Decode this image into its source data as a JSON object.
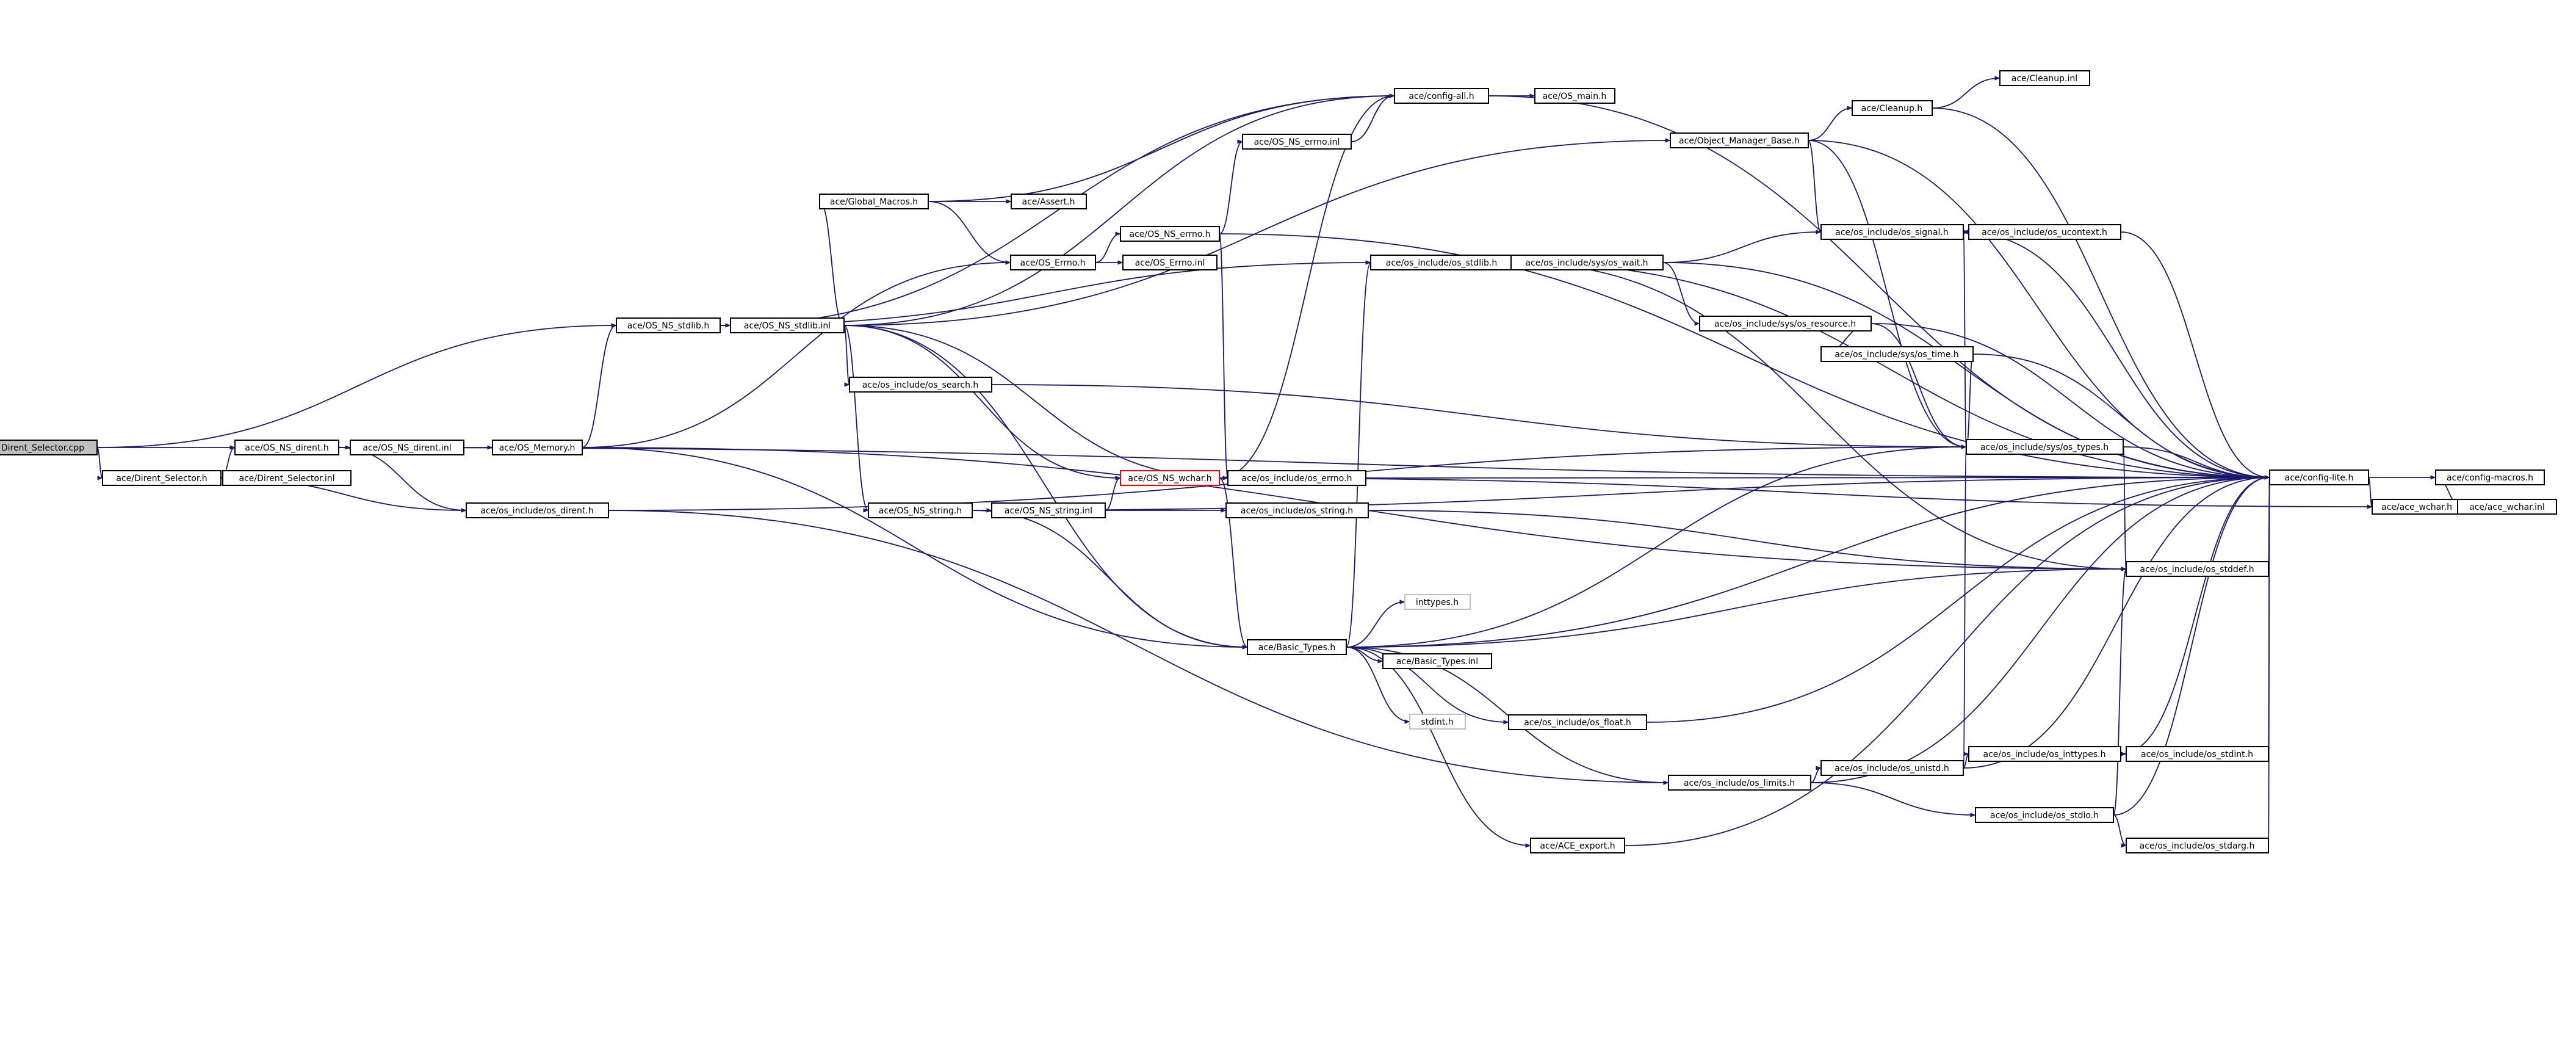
{
  "graph": {
    "colors": {
      "edge": "#191970",
      "node_border": "#000000",
      "root_fill": "#bfbfbf",
      "highlight_border": "#ff0000",
      "missing_border": "#bfbfbf"
    },
    "nodes": [
      {
        "id": "root",
        "label": "Dirent_Selector.cpp",
        "style": "root"
      },
      {
        "id": "osnsstdlib_h",
        "label": "ace/OS_NS_stdlib.h"
      },
      {
        "id": "osnsdirent_h",
        "label": "ace/OS_NS_dirent.h"
      },
      {
        "id": "direntsel_h",
        "label": "ace/Dirent_Selector.h"
      },
      {
        "id": "osdirent_h",
        "label": "ace/os_include/os_dirent.h"
      },
      {
        "id": "direntsel_inl",
        "label": "ace/Dirent_Selector.inl"
      },
      {
        "id": "osnsdirent_inl",
        "label": "ace/OS_NS_dirent.inl"
      },
      {
        "id": "osmemory_h",
        "label": "ace/OS_Memory.h"
      },
      {
        "id": "osnsstdlib_inl",
        "label": "ace/OS_NS_stdlib.inl"
      },
      {
        "id": "globalmacros_h",
        "label": "ace/Global_Macros.h"
      },
      {
        "id": "ossearch_h",
        "label": "ace/os_include/os_search.h"
      },
      {
        "id": "osnsstring_h",
        "label": "ace/OS_NS_string.h"
      },
      {
        "id": "assert_h",
        "label": "ace/Assert.h"
      },
      {
        "id": "oserrno_h2",
        "label": "ace/OS_Errno.h"
      },
      {
        "id": "osnsstring_inl",
        "label": "ace/OS_NS_string.inl"
      },
      {
        "id": "osnserrno_inl",
        "label": "ace/OS_NS_errno.inl"
      },
      {
        "id": "osnserrno_h",
        "label": "ace/OS_NS_errno.h"
      },
      {
        "id": "oserrno_inl",
        "label": "ace/OS_Errno.inl"
      },
      {
        "id": "osnswchar_h",
        "label": "ace/OS_NS_wchar.h",
        "style": "highlight"
      },
      {
        "id": "configall_h",
        "label": "ace/config-all.h"
      },
      {
        "id": "osmain_h",
        "label": "ace/OS_main.h"
      },
      {
        "id": "objmgrbase_h",
        "label": "ace/Object_Manager_Base.h"
      },
      {
        "id": "osstdlib_h",
        "label": "ace/os_include/os_stdlib.h"
      },
      {
        "id": "oserrno_h",
        "label": "ace/os_include/os_errno.h"
      },
      {
        "id": "osstring_h",
        "label": "ace/os_include/os_string.h"
      },
      {
        "id": "basictypes_h",
        "label": "ace/Basic_Types.h"
      },
      {
        "id": "inttypes_h",
        "label": "inttypes.h",
        "style": "missing"
      },
      {
        "id": "basictypes_inl",
        "label": "ace/Basic_Types.inl"
      },
      {
        "id": "stdint_h",
        "label": "stdint.h",
        "style": "missing"
      },
      {
        "id": "oswait_h",
        "label": "ace/os_include/sys/os_wait.h"
      },
      {
        "id": "cleanup_h",
        "label": "ace/Cleanup.h"
      },
      {
        "id": "cleanup_inl",
        "label": "ace/Cleanup.inl"
      },
      {
        "id": "ossignal_h",
        "label": "ace/os_include/os_signal.h"
      },
      {
        "id": "osucontext_h",
        "label": "ace/os_include/os_ucontext.h"
      },
      {
        "id": "osresource_h",
        "label": "ace/os_include/sys/os_resource.h"
      },
      {
        "id": "ostime_h",
        "label": "ace/os_include/sys/os_time.h"
      },
      {
        "id": "ostypes_h",
        "label": "ace/os_include/sys/os_types.h"
      },
      {
        "id": "osstddef_h",
        "label": "ace/os_include/os_stddef.h"
      },
      {
        "id": "osfloat_h",
        "label": "ace/os_include/os_float.h"
      },
      {
        "id": "oslimits_h",
        "label": "ace/os_include/os_limits.h"
      },
      {
        "id": "osunistd_h",
        "label": "ace/os_include/os_unistd.h"
      },
      {
        "id": "osinttypes_h",
        "label": "ace/os_include/os_inttypes.h"
      },
      {
        "id": "osstdint_h",
        "label": "ace/os_include/os_stdint.h"
      },
      {
        "id": "osstdio_h",
        "label": "ace/os_include/os_stdio.h"
      },
      {
        "id": "osstdarg_h",
        "label": "ace/os_include/os_stdarg.h"
      },
      {
        "id": "aceexport_h",
        "label": "ace/ACE_export.h"
      },
      {
        "id": "configlite_h",
        "label": "ace/config-lite.h"
      },
      {
        "id": "configmacros_h",
        "label": "ace/config-macros.h"
      },
      {
        "id": "acewchar_h",
        "label": "ace/ace_wchar.h"
      },
      {
        "id": "acewchar_inl",
        "label": "ace/ace_wchar.inl"
      }
    ],
    "edges": [
      [
        "root",
        "osnsstdlib_h"
      ],
      [
        "root",
        "osnsdirent_h"
      ],
      [
        "root",
        "direntsel_h"
      ],
      [
        "direntsel_h",
        "osnsdirent_h"
      ],
      [
        "direntsel_h",
        "direntsel_inl"
      ],
      [
        "direntsel_h",
        "osdirent_h"
      ],
      [
        "osnsdirent_h",
        "osnsdirent_inl"
      ],
      [
        "osnsdirent_h",
        "osdirent_h"
      ],
      [
        "osnsdirent_h",
        "configlite_h"
      ],
      [
        "osnsdirent_inl",
        "osmemory_h"
      ],
      [
        "osmemory_h",
        "osnsstdlib_h"
      ],
      [
        "osmemory_h",
        "oserrno_h2"
      ],
      [
        "osmemory_h",
        "basictypes_h"
      ],
      [
        "osmemory_h",
        "osstddef_h"
      ],
      [
        "osdirent_h",
        "ostypes_h"
      ],
      [
        "osdirent_h",
        "oslimits_h"
      ],
      [
        "osnsstdlib_h",
        "osnsstdlib_inl"
      ],
      [
        "osnsstdlib_h",
        "configall_h"
      ],
      [
        "osnsstdlib_h",
        "osstdlib_h"
      ],
      [
        "osnsstdlib_inl",
        "globalmacros_h"
      ],
      [
        "osnsstdlib_inl",
        "configall_h"
      ],
      [
        "osnsstdlib_inl",
        "ossearch_h"
      ],
      [
        "osnsstdlib_inl",
        "osnsstring_h"
      ],
      [
        "osnsstdlib_inl",
        "osnswchar_h"
      ],
      [
        "osnsstdlib_inl",
        "basictypes_h"
      ],
      [
        "osnsstdlib_inl",
        "oserrno_h"
      ],
      [
        "osnsstdlib_inl",
        "objmgrbase_h"
      ],
      [
        "globalmacros_h",
        "assert_h"
      ],
      [
        "globalmacros_h",
        "oserrno_h2"
      ],
      [
        "globalmacros_h",
        "configall_h"
      ],
      [
        "oserrno_h2",
        "osnserrno_h"
      ],
      [
        "oserrno_h2",
        "oserrno_inl"
      ],
      [
        "osnserrno_h",
        "osnserrno_inl"
      ],
      [
        "osnserrno_h",
        "oserrno_h"
      ],
      [
        "osnserrno_h",
        "configlite_h"
      ],
      [
        "osnserrno_inl",
        "configall_h"
      ],
      [
        "ossearch_h",
        "ostypes_h"
      ],
      [
        "osnsstring_h",
        "osnsstring_inl"
      ],
      [
        "osnsstring_h",
        "basictypes_h"
      ],
      [
        "osnsstring_h",
        "configlite_h"
      ],
      [
        "osnsstring_inl",
        "osnswchar_h"
      ],
      [
        "osnsstring_inl",
        "osstring_h"
      ],
      [
        "osnswchar_h",
        "configall_h"
      ],
      [
        "osnswchar_h",
        "oserrno_h"
      ],
      [
        "osnswchar_h",
        "basictypes_h"
      ],
      [
        "osnswchar_h",
        "acewchar_h"
      ],
      [
        "oserrno_h",
        "configlite_h"
      ],
      [
        "osstring_h",
        "osstddef_h"
      ],
      [
        "configall_h",
        "osmain_h"
      ],
      [
        "configall_h",
        "configlite_h"
      ],
      [
        "objmgrbase_h",
        "cleanup_h"
      ],
      [
        "objmgrbase_h",
        "ossignal_h"
      ],
      [
        "objmgrbase_h",
        "ostypes_h"
      ],
      [
        "objmgrbase_h",
        "configlite_h"
      ],
      [
        "cleanup_h",
        "cleanup_inl"
      ],
      [
        "cleanup_h",
        "configlite_h"
      ],
      [
        "osstdlib_h",
        "oswait_h"
      ],
      [
        "osstdlib_h",
        "osstddef_h"
      ],
      [
        "osstdlib_h",
        "configlite_h"
      ],
      [
        "oswait_h",
        "ossignal_h"
      ],
      [
        "oswait_h",
        "osresource_h"
      ],
      [
        "oswait_h",
        "configlite_h"
      ],
      [
        "ossignal_h",
        "osucontext_h"
      ],
      [
        "ossignal_h",
        "ostypes_h"
      ],
      [
        "ossignal_h",
        "configlite_h"
      ],
      [
        "osucontext_h",
        "ossignal_h"
      ],
      [
        "osucontext_h",
        "configlite_h"
      ],
      [
        "osresource_h",
        "ostime_h"
      ],
      [
        "osresource_h",
        "ostypes_h"
      ],
      [
        "osresource_h",
        "configlite_h"
      ],
      [
        "ostime_h",
        "ostypes_h"
      ],
      [
        "ostime_h",
        "configlite_h"
      ],
      [
        "ostypes_h",
        "osstddef_h"
      ],
      [
        "ostypes_h",
        "configlite_h"
      ],
      [
        "osstddef_h",
        "configlite_h"
      ],
      [
        "basictypes_h",
        "inttypes_h"
      ],
      [
        "basictypes_h",
        "basictypes_inl"
      ],
      [
        "basictypes_h",
        "stdint_h"
      ],
      [
        "basictypes_h",
        "osfloat_h"
      ],
      [
        "basictypes_h",
        "oslimits_h"
      ],
      [
        "basictypes_h",
        "aceexport_h"
      ],
      [
        "basictypes_h",
        "osstdlib_h"
      ],
      [
        "basictypes_h",
        "ostypes_h"
      ],
      [
        "basictypes_h",
        "osstddef_h"
      ],
      [
        "basictypes_h",
        "configlite_h"
      ],
      [
        "osfloat_h",
        "configlite_h"
      ],
      [
        "oslimits_h",
        "osunistd_h"
      ],
      [
        "oslimits_h",
        "osstdio_h"
      ],
      [
        "oslimits_h",
        "configlite_h"
      ],
      [
        "osunistd_h",
        "osinttypes_h"
      ],
      [
        "osunistd_h",
        "ostypes_h"
      ],
      [
        "osunistd_h",
        "configlite_h"
      ],
      [
        "osinttypes_h",
        "osstdint_h"
      ],
      [
        "osinttypes_h",
        "configlite_h"
      ],
      [
        "osstdint_h",
        "configlite_h"
      ],
      [
        "osstdio_h",
        "osstdarg_h"
      ],
      [
        "osstdio_h",
        "osstddef_h"
      ],
      [
        "osstdio_h",
        "configlite_h"
      ],
      [
        "osstdarg_h",
        "configlite_h"
      ],
      [
        "aceexport_h",
        "configlite_h"
      ],
      [
        "configlite_h",
        "configmacros_h"
      ],
      [
        "configlite_h",
        "acewchar_h"
      ],
      [
        "acewchar_h",
        "acewchar_inl"
      ],
      [
        "acewchar_h",
        "configmacros_h"
      ]
    ]
  }
}
